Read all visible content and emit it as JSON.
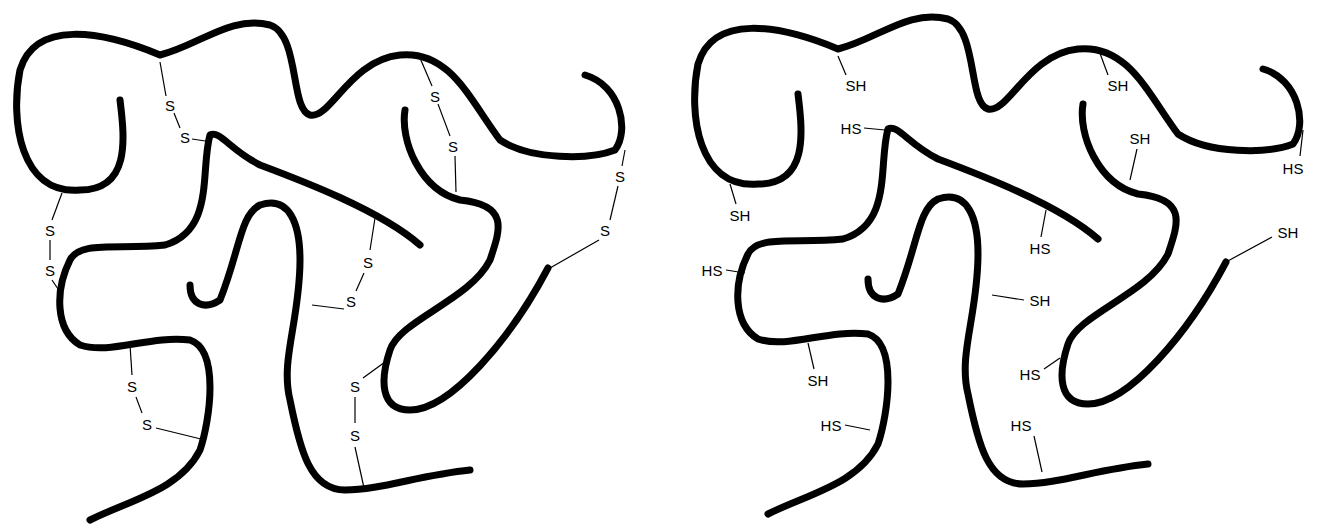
{
  "diagram": {
    "labels": [
      "S",
      "S",
      "S",
      "S",
      "S",
      "S",
      "S",
      "S",
      "S",
      "S",
      "S",
      "S",
      "S",
      "S",
      "SH",
      "SH",
      "HS",
      "SH",
      "HS",
      "SH",
      "HS",
      "SH",
      "HS",
      "SH",
      "SH",
      "HS",
      "HS",
      "HS"
    ]
  }
}
